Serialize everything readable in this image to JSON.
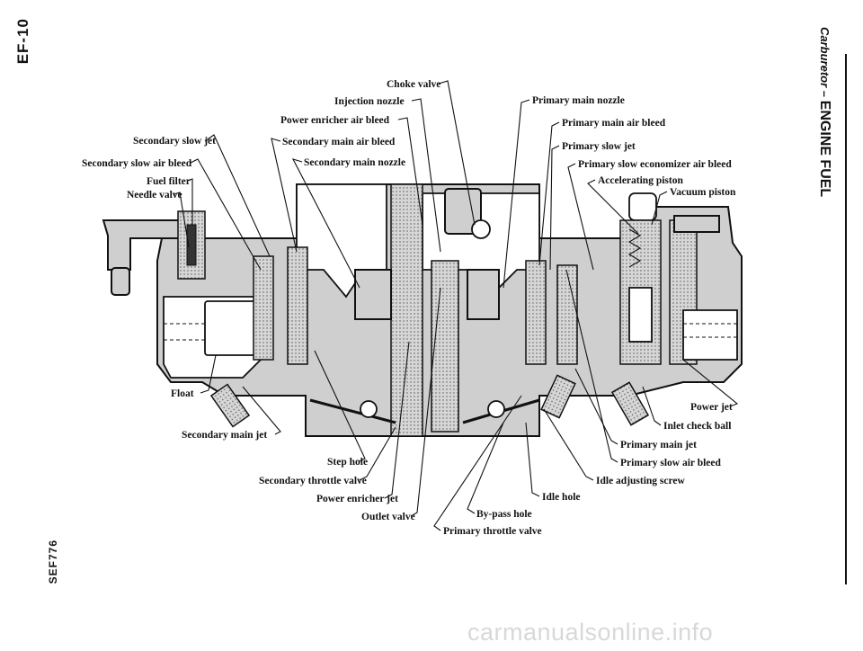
{
  "page": {
    "number": "EF-10",
    "section_prefix": "Carburetor – ",
    "section": "ENGINE FUEL",
    "figure_ref": "SEF776",
    "watermark": "carmanualsonline.info"
  },
  "labels": {
    "choke_valve": "Choke valve",
    "injection_nozzle": "Injection nozzle",
    "power_enricher_air_bleed": "Power enricher air bleed",
    "secondary_slow_jet": "Secondary slow jet",
    "secondary_main_air_bleed": "Secondary main air bleed",
    "secondary_slow_air_bleed": "Secondary slow air bleed",
    "secondary_main_nozzle": "Secondary main nozzle",
    "fuel_filter": "Fuel filter",
    "needle_valve": "Needle valve",
    "float": "Float",
    "secondary_main_jet": "Secondary main jet",
    "step_hole": "Step hole",
    "secondary_throttle_valve": "Secondary throttle valve",
    "power_enricher_jet": "Power enricher jet",
    "outlet_valve": "Outlet valve",
    "by_pass_hole": "By-pass hole",
    "primary_throttle_valve": "Primary throttle valve",
    "idle_hole": "Idle hole",
    "idle_adjusting_screw": "Idle adjusting screw",
    "primary_slow_air_bleed": "Primary slow air bleed",
    "primary_main_jet": "Primary main jet",
    "inlet_check_ball": "Inlet check ball",
    "power_jet": "Power jet",
    "vacuum_piston": "Vacuum piston",
    "accelerating_piston": "Accelerating piston",
    "primary_slow_economizer_air_bleed": "Primary slow economizer air bleed",
    "primary_slow_jet": "Primary slow jet",
    "primary_main_air_bleed": "Primary main air bleed",
    "primary_main_nozzle": "Primary main nozzle"
  }
}
